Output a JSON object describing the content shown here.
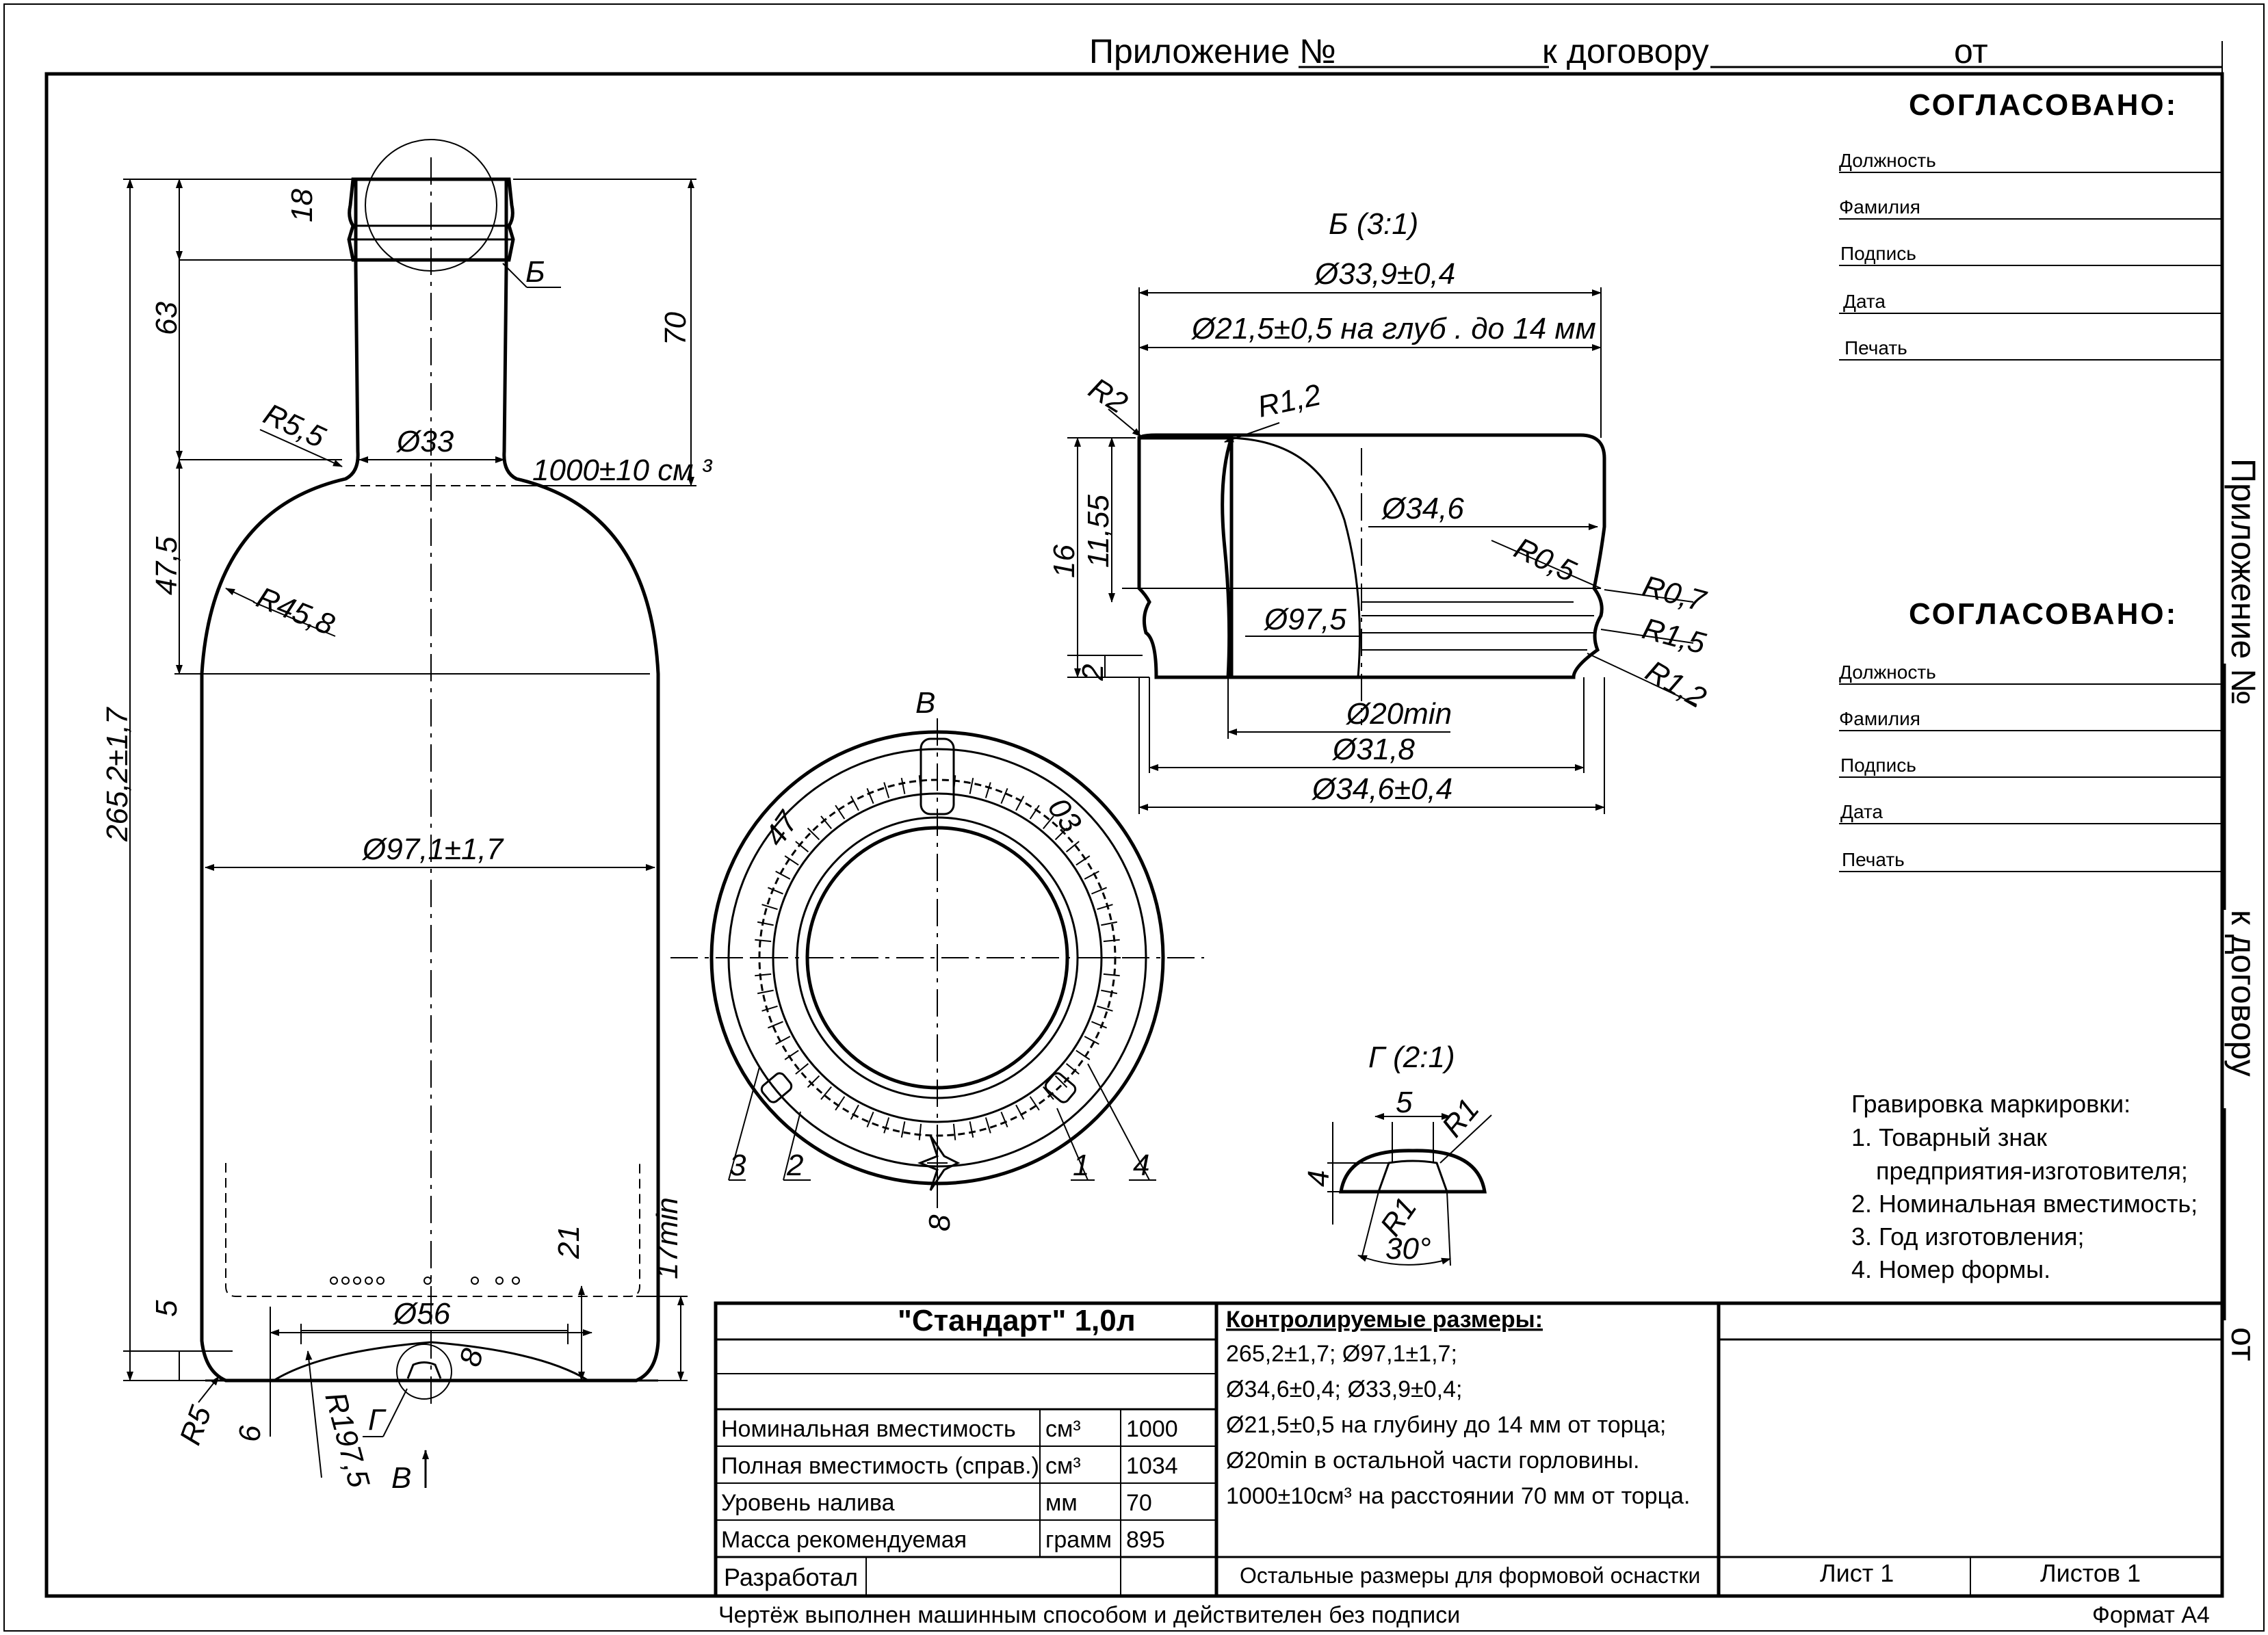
{
  "header": {
    "appendix": "Приложение №",
    "to_contract": "к договору",
    "from": "от"
  },
  "side_header": {
    "appendix": "Приложение №",
    "to_contract": "к договору",
    "from": "от"
  },
  "approval_blocks": [
    {
      "title": "СОГЛАСОВАНО:",
      "fields": [
        "Должность",
        "Фамилия",
        "Подпись",
        "Дата",
        "Печать"
      ]
    },
    {
      "title": "СОГЛАСОВАНО:",
      "fields": [
        "Должность",
        "Фамилия",
        "Подпись",
        "Дата",
        "Печать"
      ]
    }
  ],
  "bottle_dims": {
    "d18": "18",
    "d63": "63",
    "d70": "70",
    "d47_5": "47,5",
    "d265": "265,2±1,7",
    "b_label": "Б",
    "r5_5": "R5,5",
    "d33": "Ø33",
    "vol": "1000±10 см ³",
    "r45_8": "R45,8",
    "d97": "Ø97,1±1,7",
    "d5": "5",
    "d56": "Ø56",
    "d21": "21",
    "d17min": "17min",
    "r5": "R5",
    "d6": "6",
    "r197": "R197,5",
    "g_label": "Г",
    "d8": "8",
    "v_label": "В"
  },
  "detail_b": {
    "title": "Б (3:1)",
    "d33_9": "Ø33,9±0,4",
    "d21_5": "Ø21,5±0,5 на глуб . до 14 мм",
    "r2": "R2",
    "r1_2a": "R1,2",
    "d34_6a": "Ø34,6",
    "r0_5": "R0,5",
    "r0_7": "R0,7",
    "r1_5": "R1,5",
    "r1_2b": "R1,2",
    "d97_5": "Ø97,5",
    "d20min": "Ø20min",
    "d31_8": "Ø31,8",
    "d34_6b": "Ø34,6±0,4",
    "h16": "16",
    "h11_55": "11,55",
    "h2": "2"
  },
  "view_v": {
    "title": "В",
    "callouts": [
      "3",
      "2",
      "1",
      "4"
    ],
    "d8": "8",
    "mark_left": "47",
    "mark_right": "03"
  },
  "detail_g": {
    "title": "Г (2:1)",
    "w5": "5",
    "r1a": "R1",
    "h4": "4",
    "r1b": "R1",
    "angle": "30°"
  },
  "engraving": {
    "title": "Гравировка маркировки:",
    "items": [
      "1. Товарный знак",
      "предприятия-изготовителя;",
      "2. Номинальная вместимость;",
      "3. Год изготовления;",
      "4. Номер формы."
    ]
  },
  "title_block": {
    "name": "\"Стандарт\" 1,0л",
    "rows": [
      {
        "param": "Номинальная вместимость",
        "unit": "см³",
        "value": "1000"
      },
      {
        "param": "Полная вместимость (справ.)",
        "unit": "см³",
        "value": "1034"
      },
      {
        "param": "Уровень налива",
        "unit": "мм",
        "value": "70"
      },
      {
        "param": "Масса рекомендуемая",
        "unit": "грамм",
        "value": "895"
      }
    ],
    "developed": "Разработал",
    "controlled_title": "Контролируемые размеры:",
    "controlled_lines": [
      "265,2±1,7; Ø97,1±1,7;",
      "Ø34,6±0,4; Ø33,9±0,4;",
      "Ø21,5±0,5 на глубину до 14 мм от торца;",
      "Ø20min в остальной части горловины.",
      "1000±10см³ на расстоянии 70 мм от торца."
    ],
    "other_sizes": "Остальные размеры  для формовой оснастки",
    "sheet": "Лист 1",
    "sheets": "Листов 1"
  },
  "footer": {
    "note": "Чертёж выполнен машинным способом и действителен без подписи",
    "format": "Формат А4"
  }
}
